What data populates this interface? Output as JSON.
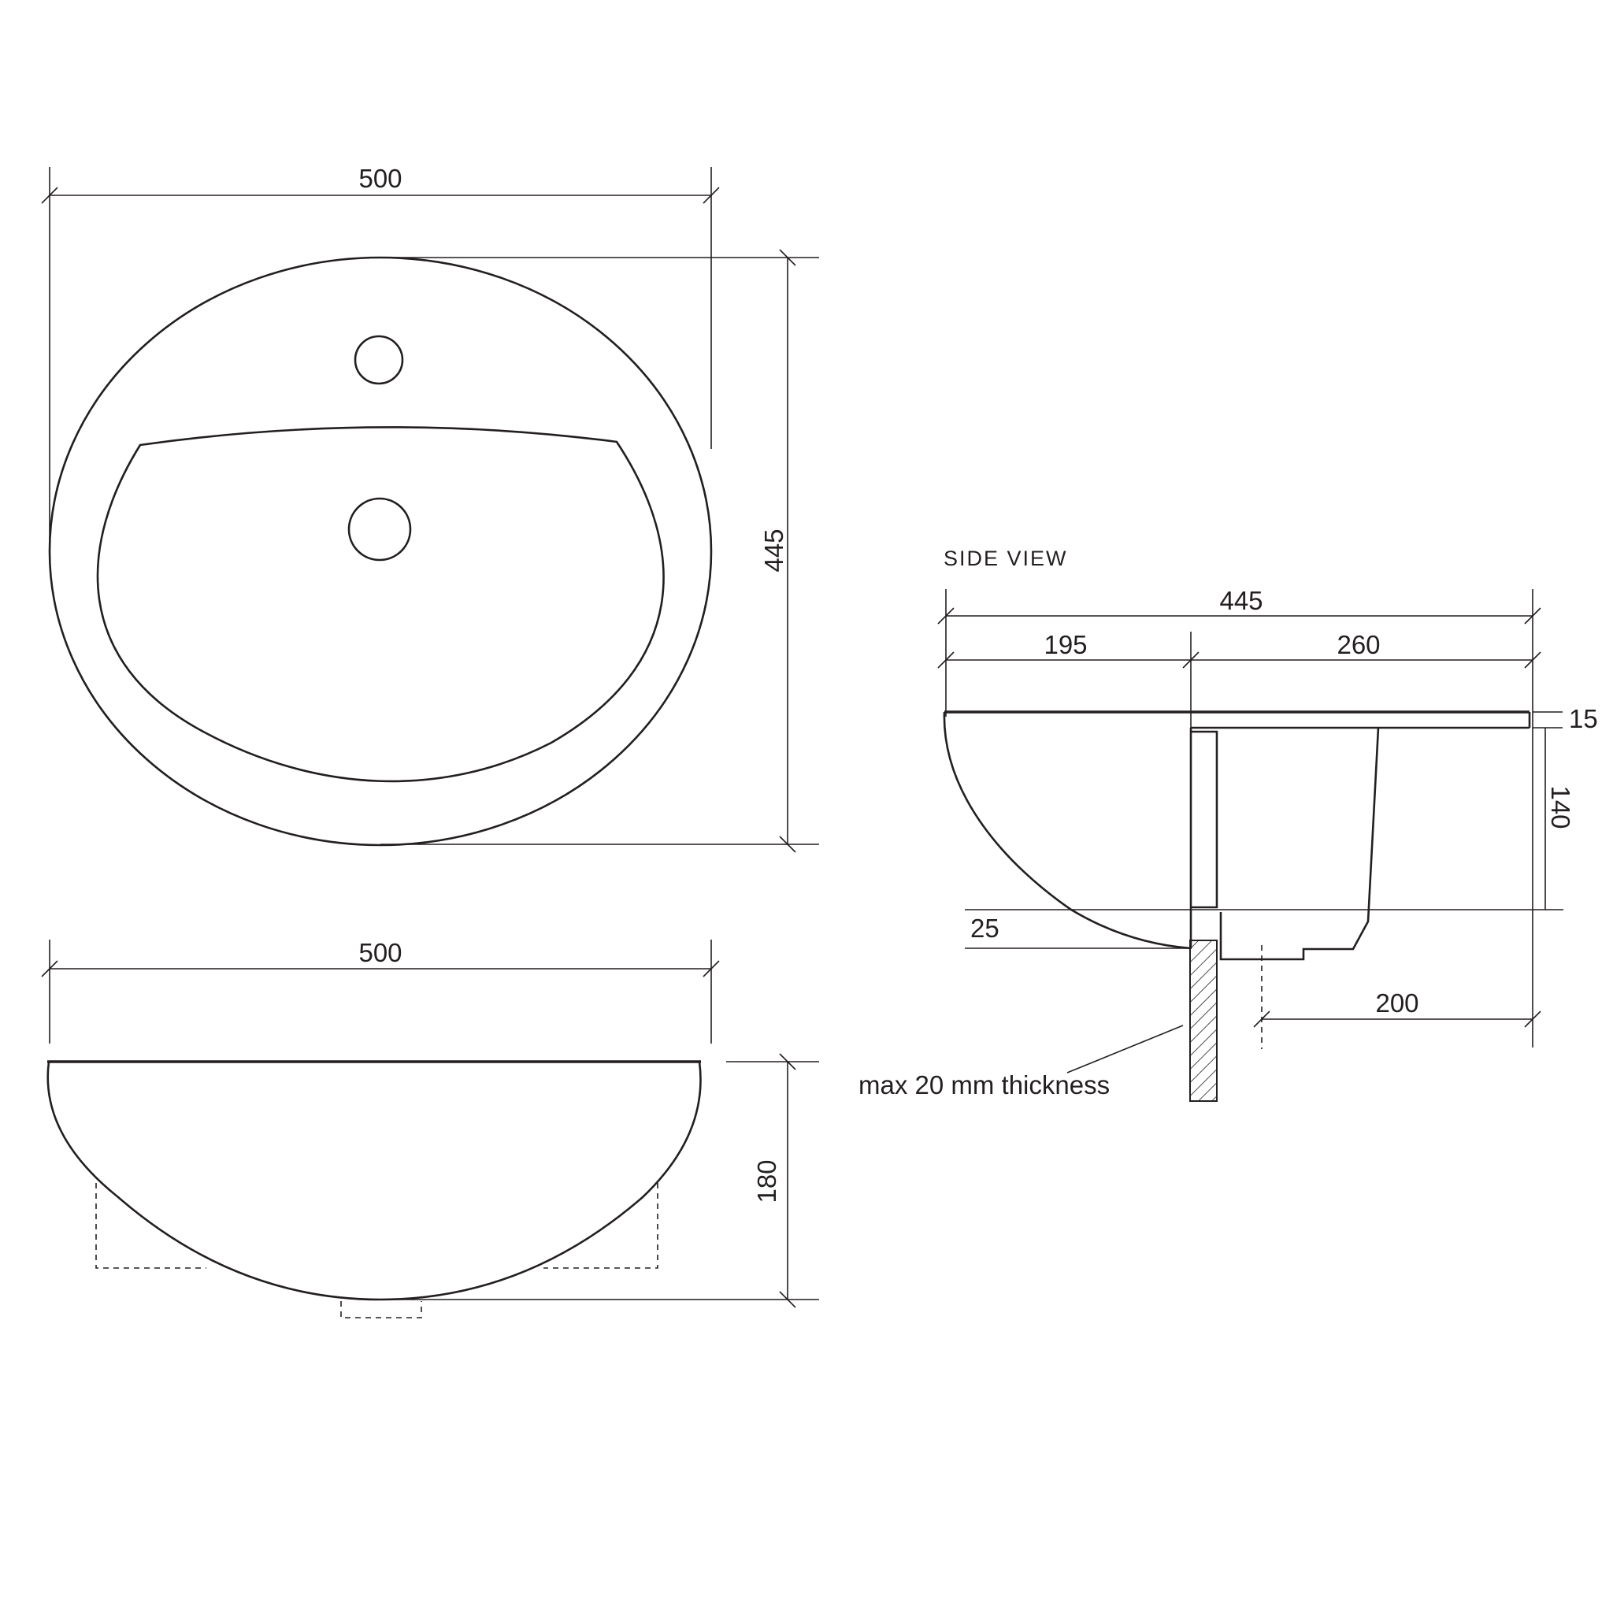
{
  "side_view": {
    "title": "SIDE VIEW",
    "dim_total_depth": "445",
    "dim_front": "195",
    "dim_back": "260",
    "dim_rim": "15",
    "dim_bowl_height": "140",
    "dim_under": "25",
    "dim_waste_offset": "200",
    "note_counter": "max 20 mm thickness"
  },
  "top_view": {
    "dim_width": "500",
    "dim_depth": "445"
  },
  "front_view": {
    "dim_width": "500",
    "dim_height": "180"
  },
  "colors": {
    "line": "#231f20",
    "background": "#ffffff"
  }
}
